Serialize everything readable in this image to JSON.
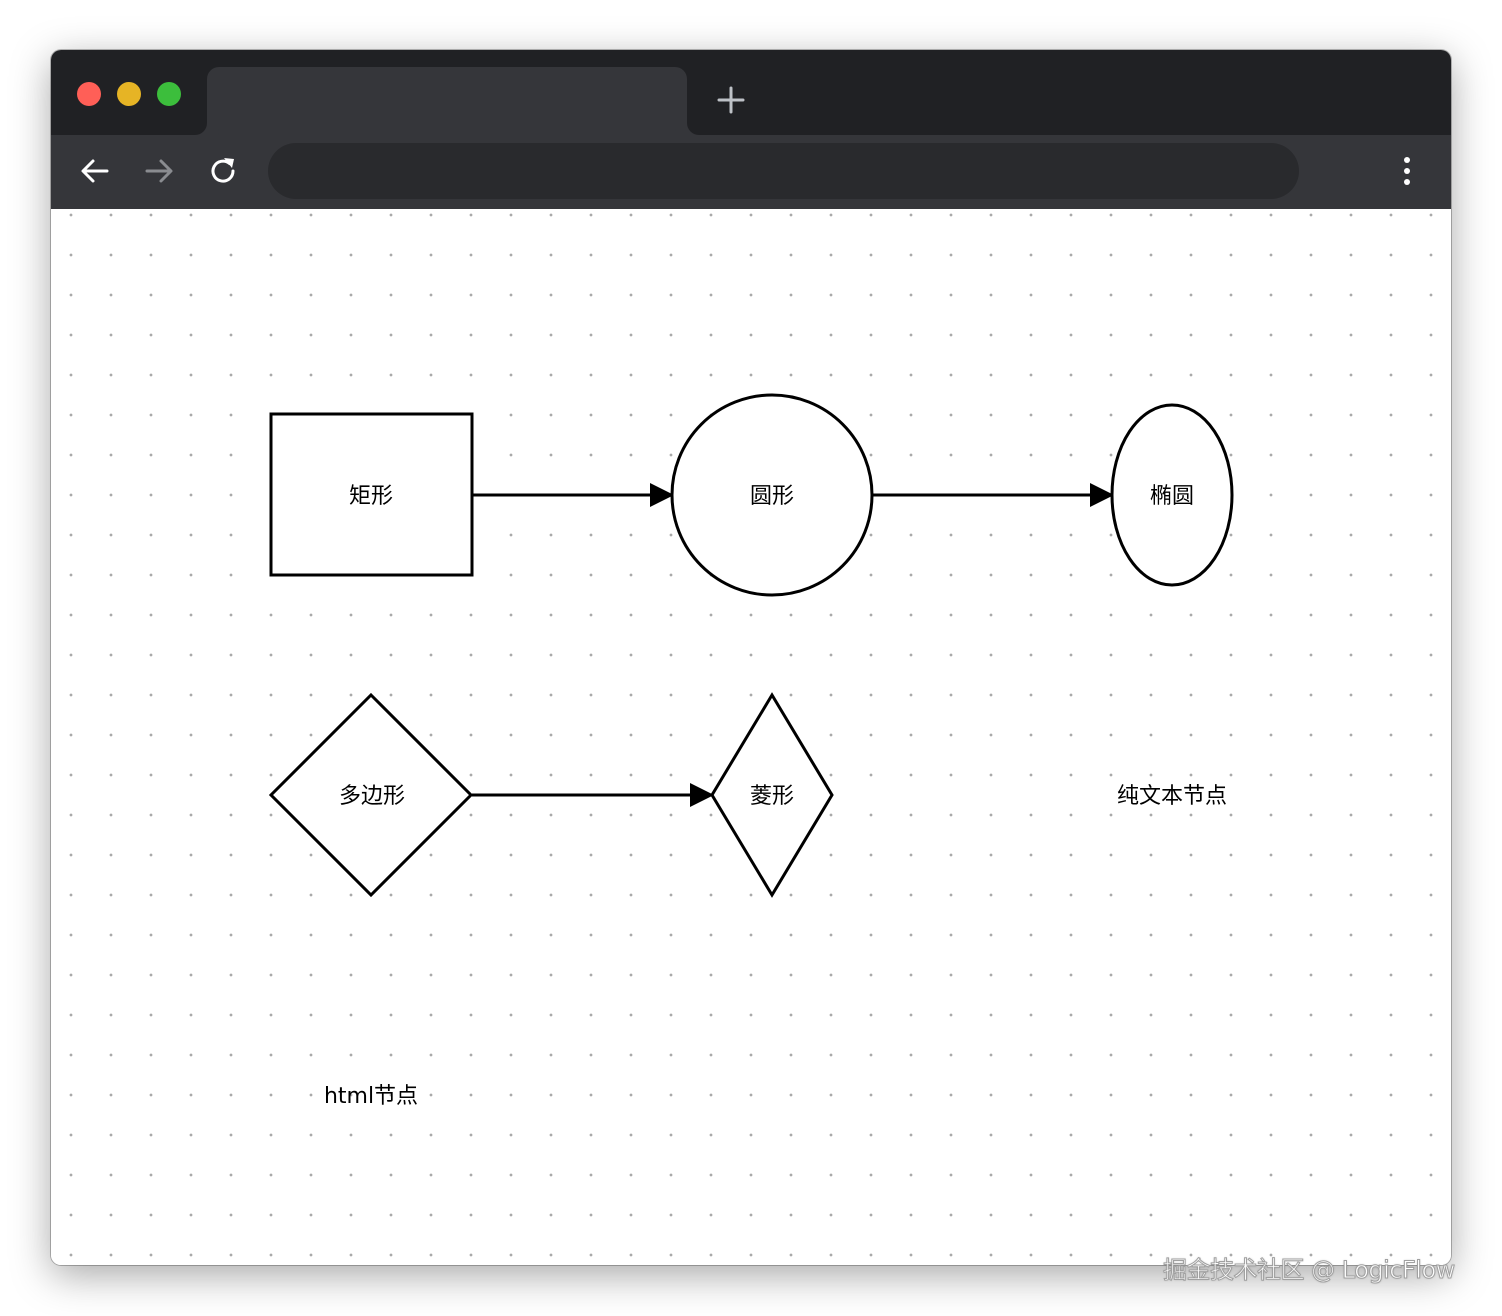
{
  "browser": {
    "traffic_lights": {
      "close_color": "#ff5f57",
      "minimize_color": "#e6b425",
      "maximize_color": "#3cbe3c"
    },
    "tab": {
      "title": ""
    },
    "new_tab_icon": "plus-icon",
    "toolbar": {
      "back_icon": "arrow-left-icon",
      "forward_icon": "arrow-right-icon",
      "reload_icon": "reload-icon",
      "address": "",
      "menu_icon": "more-vertical-icon"
    }
  },
  "diagram": {
    "nodes": {
      "rect": {
        "type": "rect",
        "label": "矩形"
      },
      "circle": {
        "type": "circle",
        "label": "圆形"
      },
      "ellipse": {
        "type": "ellipse",
        "label": "椭圆"
      },
      "polygon": {
        "type": "polygon",
        "label": "多边形"
      },
      "diamond": {
        "type": "diamond",
        "label": "菱形"
      },
      "text": {
        "type": "text",
        "label": "纯文本节点"
      },
      "html": {
        "type": "html",
        "label": "html节点"
      }
    },
    "edges": [
      {
        "from": "rect",
        "to": "circle"
      },
      {
        "from": "circle",
        "to": "ellipse"
      },
      {
        "from": "polygon",
        "to": "diamond"
      }
    ],
    "colors": {
      "stroke": "#000000",
      "fill": "#ffffff",
      "grid_dot": "#a9a9a9"
    }
  },
  "watermark": {
    "text": "掘金技术社区 @ LogicFlow"
  }
}
